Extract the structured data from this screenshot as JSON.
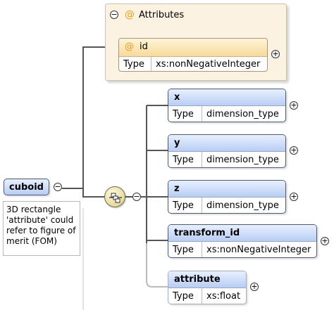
{
  "attributes_group": {
    "at_symbol": "@",
    "title": "Attributes",
    "collapse_symbol": "−",
    "attribute": {
      "at_symbol": "@",
      "name": "id",
      "type_label": "Type",
      "type_value": "xs:nonNegativeInteger",
      "expand_symbol": "+"
    }
  },
  "root": {
    "name": "cuboid",
    "collapse_symbol": "−",
    "documentation": "3D rectangle 'attribute' could refer to figure of merit (FOM)"
  },
  "sequence": {
    "collapse_symbol": "−"
  },
  "children": [
    {
      "name": "x",
      "type_label": "Type",
      "type_value": "dimension_type",
      "expand_symbol": "+"
    },
    {
      "name": "y",
      "type_label": "Type",
      "type_value": "dimension_type",
      "expand_symbol": "+"
    },
    {
      "name": "z",
      "type_label": "Type",
      "type_value": "dimension_type",
      "expand_symbol": "+"
    },
    {
      "name": "transform_id",
      "type_label": "Type",
      "type_value": "xs:nonNegativeInteger",
      "expand_symbol": "+"
    },
    {
      "name": "attribute",
      "type_label": "Type",
      "type_value": "xs:float",
      "expand_symbol": "+",
      "optional": true
    }
  ],
  "colors": {
    "element_header": "#b9cdf3",
    "attribute_header": "#f7d99b",
    "group_background": "#fcf2e2",
    "connector": "#555555",
    "optional_connector": "#bbbbbb"
  }
}
